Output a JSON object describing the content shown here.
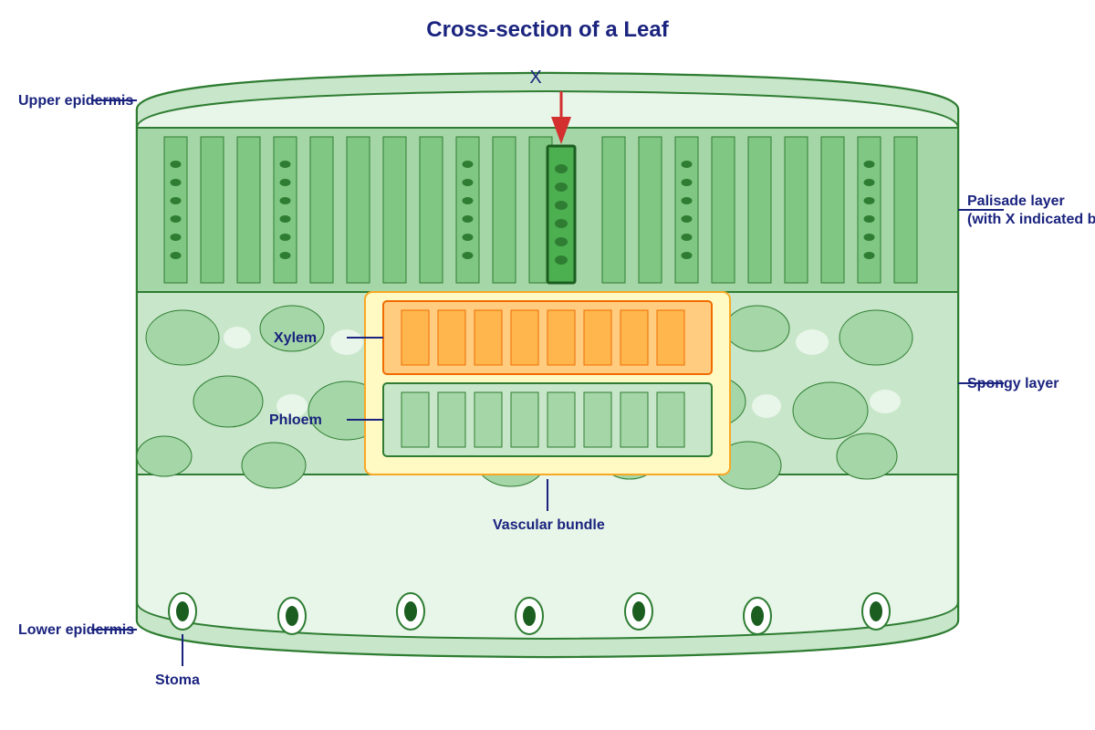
{
  "title": "Cross-section of a Leaf",
  "labels": {
    "upper_epidermis": "Upper epidermis",
    "palisade_line1": "Palisade layer",
    "palisade_line2": "(with X indicated b",
    "spongy": "Spongy layer",
    "xylem": "Xylem",
    "phloem": "Phloem",
    "vascular_bundle": "Vascular bundle",
    "lower_epidermis": "Lower epidermis",
    "stoma": "Stoma",
    "marker": "X"
  },
  "structure": {
    "palisade_cells": 21,
    "cells_with_chloroplasts": [
      0,
      3,
      8,
      14,
      19
    ],
    "highlighted_cell": 11,
    "chloroplasts_per_cell": 6,
    "xylem_vessels": 8,
    "phloem_tubes": 8,
    "stomata": 7
  },
  "colors": {
    "title": "#1a237e",
    "label": "#1a237e",
    "outline": "#2e7d32",
    "epidermis": "#c8e6c9",
    "leaf_interior": "#e8f5e9",
    "palisade_band": "#a5d6a7",
    "palisade_cell": "#81c784",
    "chloroplast": "#2e7d32",
    "highlighted_cell": "#4caf50",
    "highlight_outline": "#1b5e20",
    "spongy_cell": "#a5d6a7",
    "air_space": "#e8f5e9",
    "vascular_sheath": "#fff9c4",
    "vascular_border": "#f9a825",
    "xylem_region": "#ffcc80",
    "xylem_vessel": "#ffb74d",
    "xylem_border": "#ef6c00",
    "phloem_region": "#c8e6c9",
    "phloem_tube": "#a5d6a7",
    "stoma_pore": "#1b5e20",
    "marker": "#d32f2f"
  }
}
